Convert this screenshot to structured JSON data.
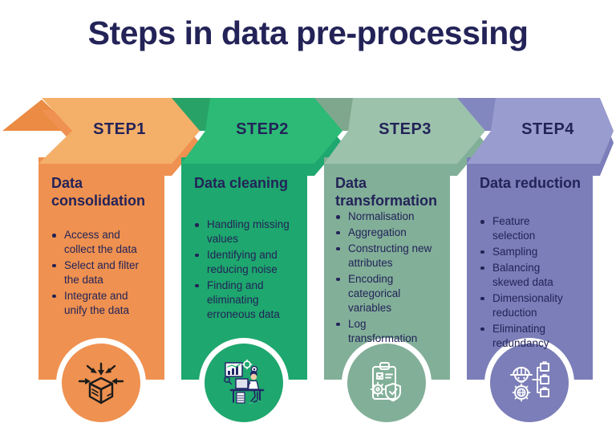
{
  "title": "Steps in data pre-processing",
  "colors": {
    "background": "#FFFFFF",
    "text": "#232358",
    "circle_ring": "#FFFFFF"
  },
  "steps": [
    {
      "label": "STEP1",
      "heading": "Data consolidation",
      "bullets": [
        "Access and collect the data",
        "Select and filter the data",
        "Integrate and unify the data"
      ],
      "icon": "box-converging-arrows-icon",
      "colors": {
        "banner": "#F4AF69",
        "fold": "#EC8B43",
        "body": "#EF9150",
        "icon_stroke": "#1B1B1B"
      }
    },
    {
      "label": "STEP2",
      "heading": "Data cleaning",
      "bullets": [
        "Handling missing values",
        "Identifying and reducing noise",
        "Finding and eliminating erroneous data"
      ],
      "icon": "person-at-computer-icon",
      "colors": {
        "banner": "#2CBA76",
        "fold": "#29A267",
        "body": "#1EA76E",
        "icon_stroke": "#FFFFFF"
      }
    },
    {
      "label": "STEP3",
      "heading": "Data transformation",
      "bullets": [
        "Normalisation",
        "Aggregation",
        "Constructing new attributes",
        "Encoding categorical variables",
        "Log transformation"
      ],
      "icon": "clipboard-gear-shield-icon",
      "colors": {
        "banner": "#9CC2AC",
        "fold": "#7FA78E",
        "body": "#82AF98",
        "icon_stroke": "#FFFFFF"
      }
    },
    {
      "label": "STEP4",
      "heading": "Data reduction",
      "bullets": [
        "Feature selection",
        "Sampling",
        "Balancing skewed data",
        "Dimensionality reduction",
        "Eliminating redundancy"
      ],
      "icon": "engineer-data-blocks-icon",
      "colors": {
        "banner": "#999CCE",
        "fold": "#8387BF",
        "body": "#7B7EB8",
        "icon_stroke": "#FFFFFF"
      }
    }
  ]
}
